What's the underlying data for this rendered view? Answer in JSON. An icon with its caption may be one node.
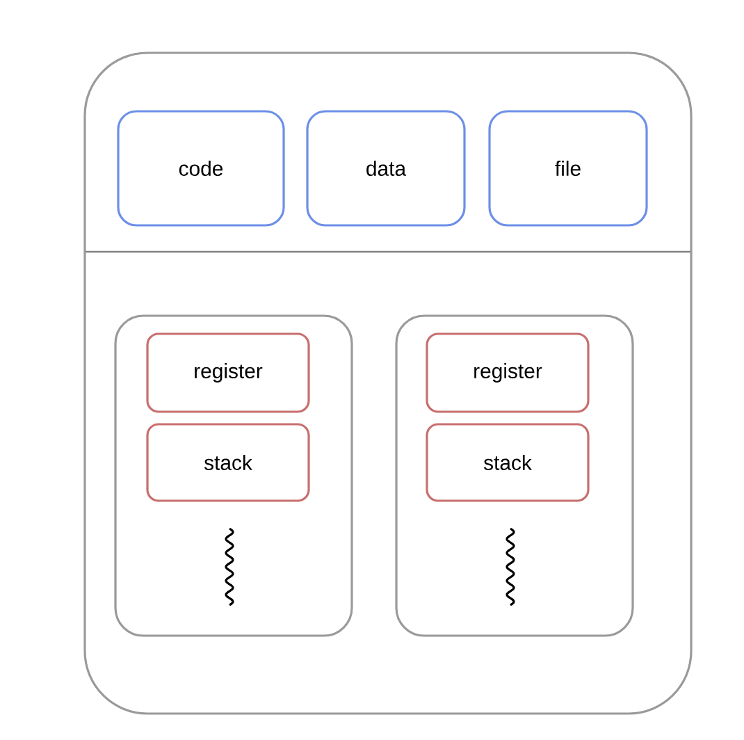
{
  "diagram": {
    "nodes": [
      {
        "text": [],
        "shape": "box"
      },
      {
        "text": [
          "code"
        ],
        "in": 0
      },
      {
        "text": [
          "data"
        ],
        "in": 0
      },
      {
        "text": [
          "file"
        ],
        "in": 0
      },
      {
        "text": [],
        "shape": "box",
        "in": 0
      },
      {
        "text": [
          "register"
        ],
        "in": 4
      },
      {
        "text": [
          "stack"
        ],
        "in": 4
      },
      {
        "text": [],
        "shape": "box",
        "in": 0
      },
      {
        "text": [
          "register"
        ],
        "in": 7
      },
      {
        "text": [
          "stack"
        ],
        "in": 7
      }
    ]
  }
}
